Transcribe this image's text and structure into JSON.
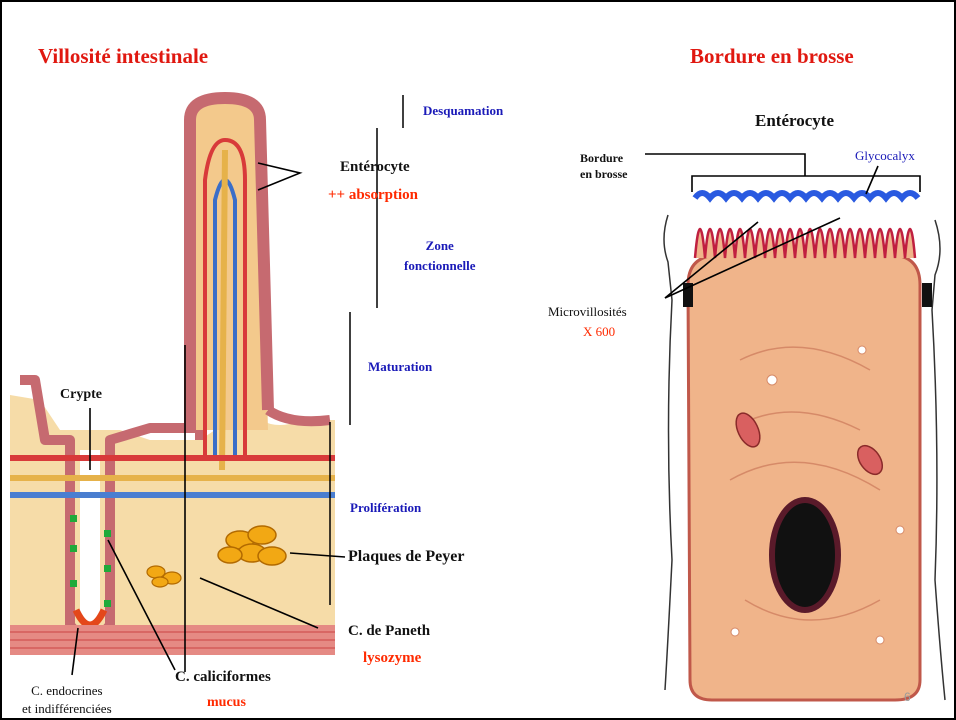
{
  "left": {
    "title": "Villosité intestinale",
    "zones": {
      "desquamation": "Desquamation",
      "zone_fonctionnelle": "Zone\nfonctionnelle",
      "maturation": "Maturation",
      "proliferation": "Prolifération"
    },
    "labels": {
      "enterocyte": "Entérocyte",
      "absorption": "++ absorption",
      "crypte": "Crypte",
      "plaques": "Plaques de Peyer",
      "paneth": "C. de Paneth",
      "lysozyme": "lysozyme",
      "endocrines": "C. endocrines\net indifférenciées",
      "caliciformes": "C. caliciformes",
      "mucus": "mucus"
    }
  },
  "right": {
    "title": "Bordure en brosse",
    "labels": {
      "enterocyte": "Entérocyte",
      "bordure": "Bordure\nen brosse",
      "glycocalyx": "Glycocalyx",
      "microvillosites": "Microvillosités",
      "x600": "X 600"
    }
  },
  "page_number": "6",
  "colors": {
    "title_red": "#e01810",
    "zone_blue": "#1a1ab8",
    "cell_fill": "#f0b48a",
    "nucleus": "#111111"
  }
}
